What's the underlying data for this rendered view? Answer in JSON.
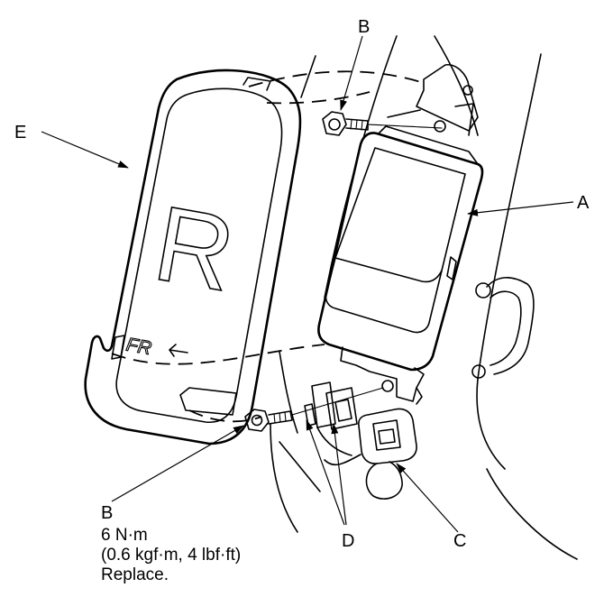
{
  "callouts": {
    "a": "A",
    "b_top": "B",
    "b_bottom": "B",
    "c": "C",
    "d": "D",
    "e": "E"
  },
  "cover_letter": "R",
  "cover_marking": "FR",
  "torque_spec": {
    "line1": "6 N·m",
    "line2": "(0.6 kgf·m, 4 lbf·ft)",
    "line3": "Replace."
  }
}
